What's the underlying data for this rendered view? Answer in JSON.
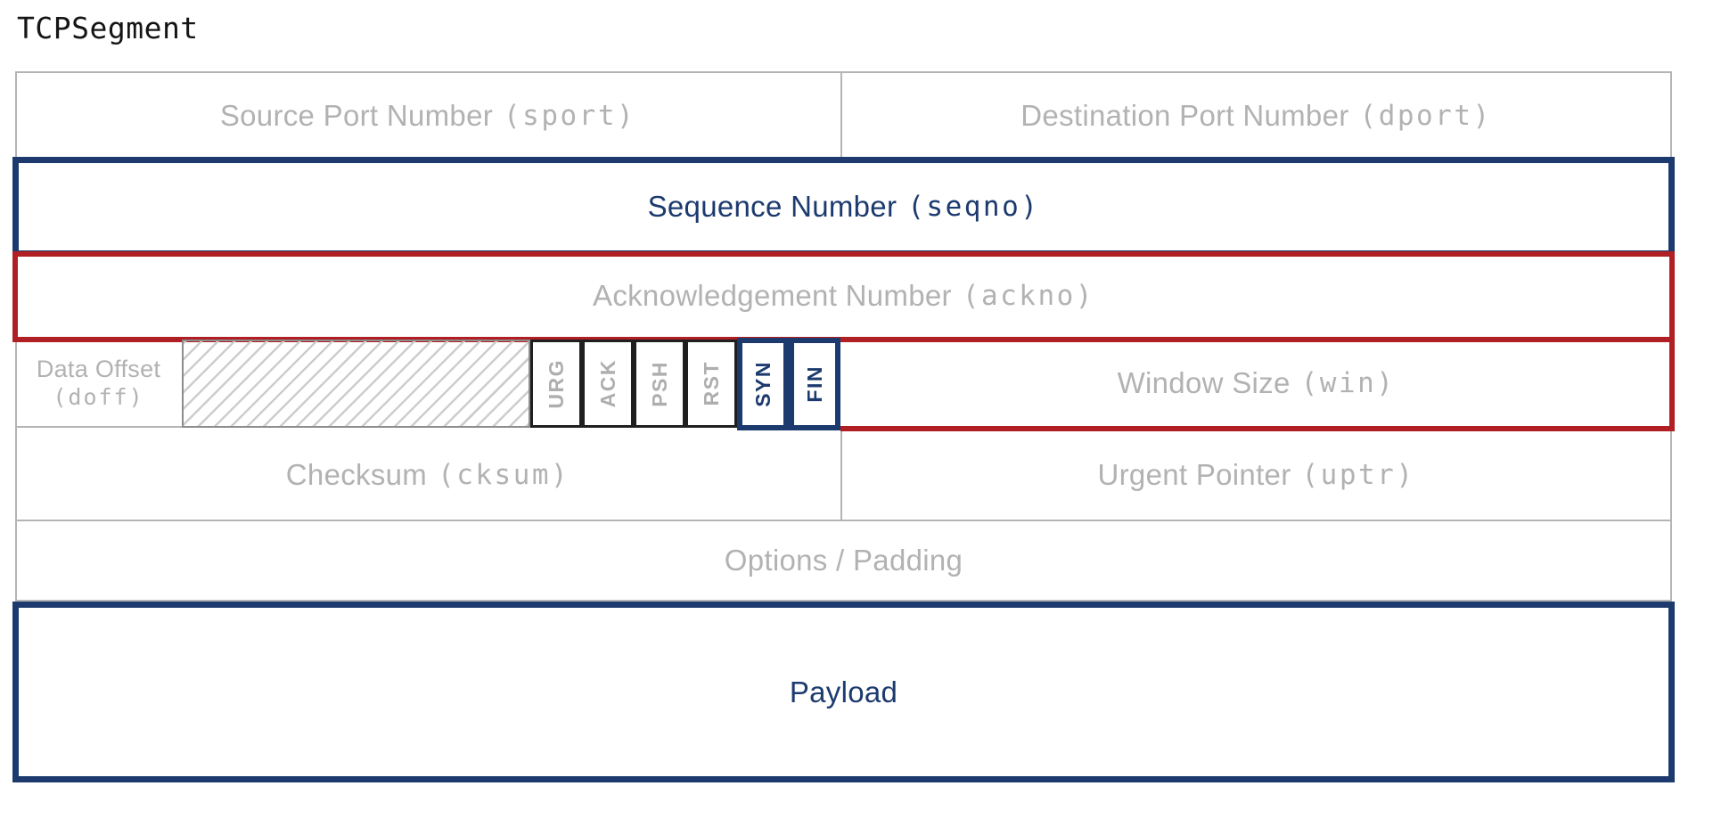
{
  "title": "TCPSegment",
  "colors": {
    "highlight_blue": "#1c3a6e",
    "highlight_red": "#b01f24",
    "grid_gray": "#b4b4b4",
    "text_gray": "#b2b2b2",
    "title_black": "#151515"
  },
  "fields": {
    "sport": {
      "label": "Source Port Number",
      "code": "(sport)"
    },
    "dport": {
      "label": "Destination Port Number",
      "code": "(dport)"
    },
    "seqno": {
      "label": "Sequence Number",
      "code": "(seqno)"
    },
    "ackno": {
      "label": "Acknowledgement Number",
      "code": "(ackno)"
    },
    "doff": {
      "label": "Data Offset",
      "code": "(doff)"
    },
    "win": {
      "label": "Window Size",
      "code": "(win)"
    },
    "cksum": {
      "label": "Checksum",
      "code": "(cksum)"
    },
    "uptr": {
      "label": "Urgent Pointer",
      "code": "(uptr)"
    },
    "options": {
      "label": "Options / Padding"
    },
    "payload": {
      "label": "Payload"
    }
  },
  "flags": [
    {
      "name": "URG",
      "highlighted": false
    },
    {
      "name": "ACK",
      "highlighted": false
    },
    {
      "name": "PSH",
      "highlighted": false
    },
    {
      "name": "RST",
      "highlighted": false
    },
    {
      "name": "SYN",
      "highlighted": true
    },
    {
      "name": "FIN",
      "highlighted": true
    }
  ],
  "highlighted_blue_fields": [
    "seqno",
    "SYN",
    "FIN",
    "payload"
  ],
  "highlighted_red_fields": [
    "ackno",
    "win"
  ]
}
